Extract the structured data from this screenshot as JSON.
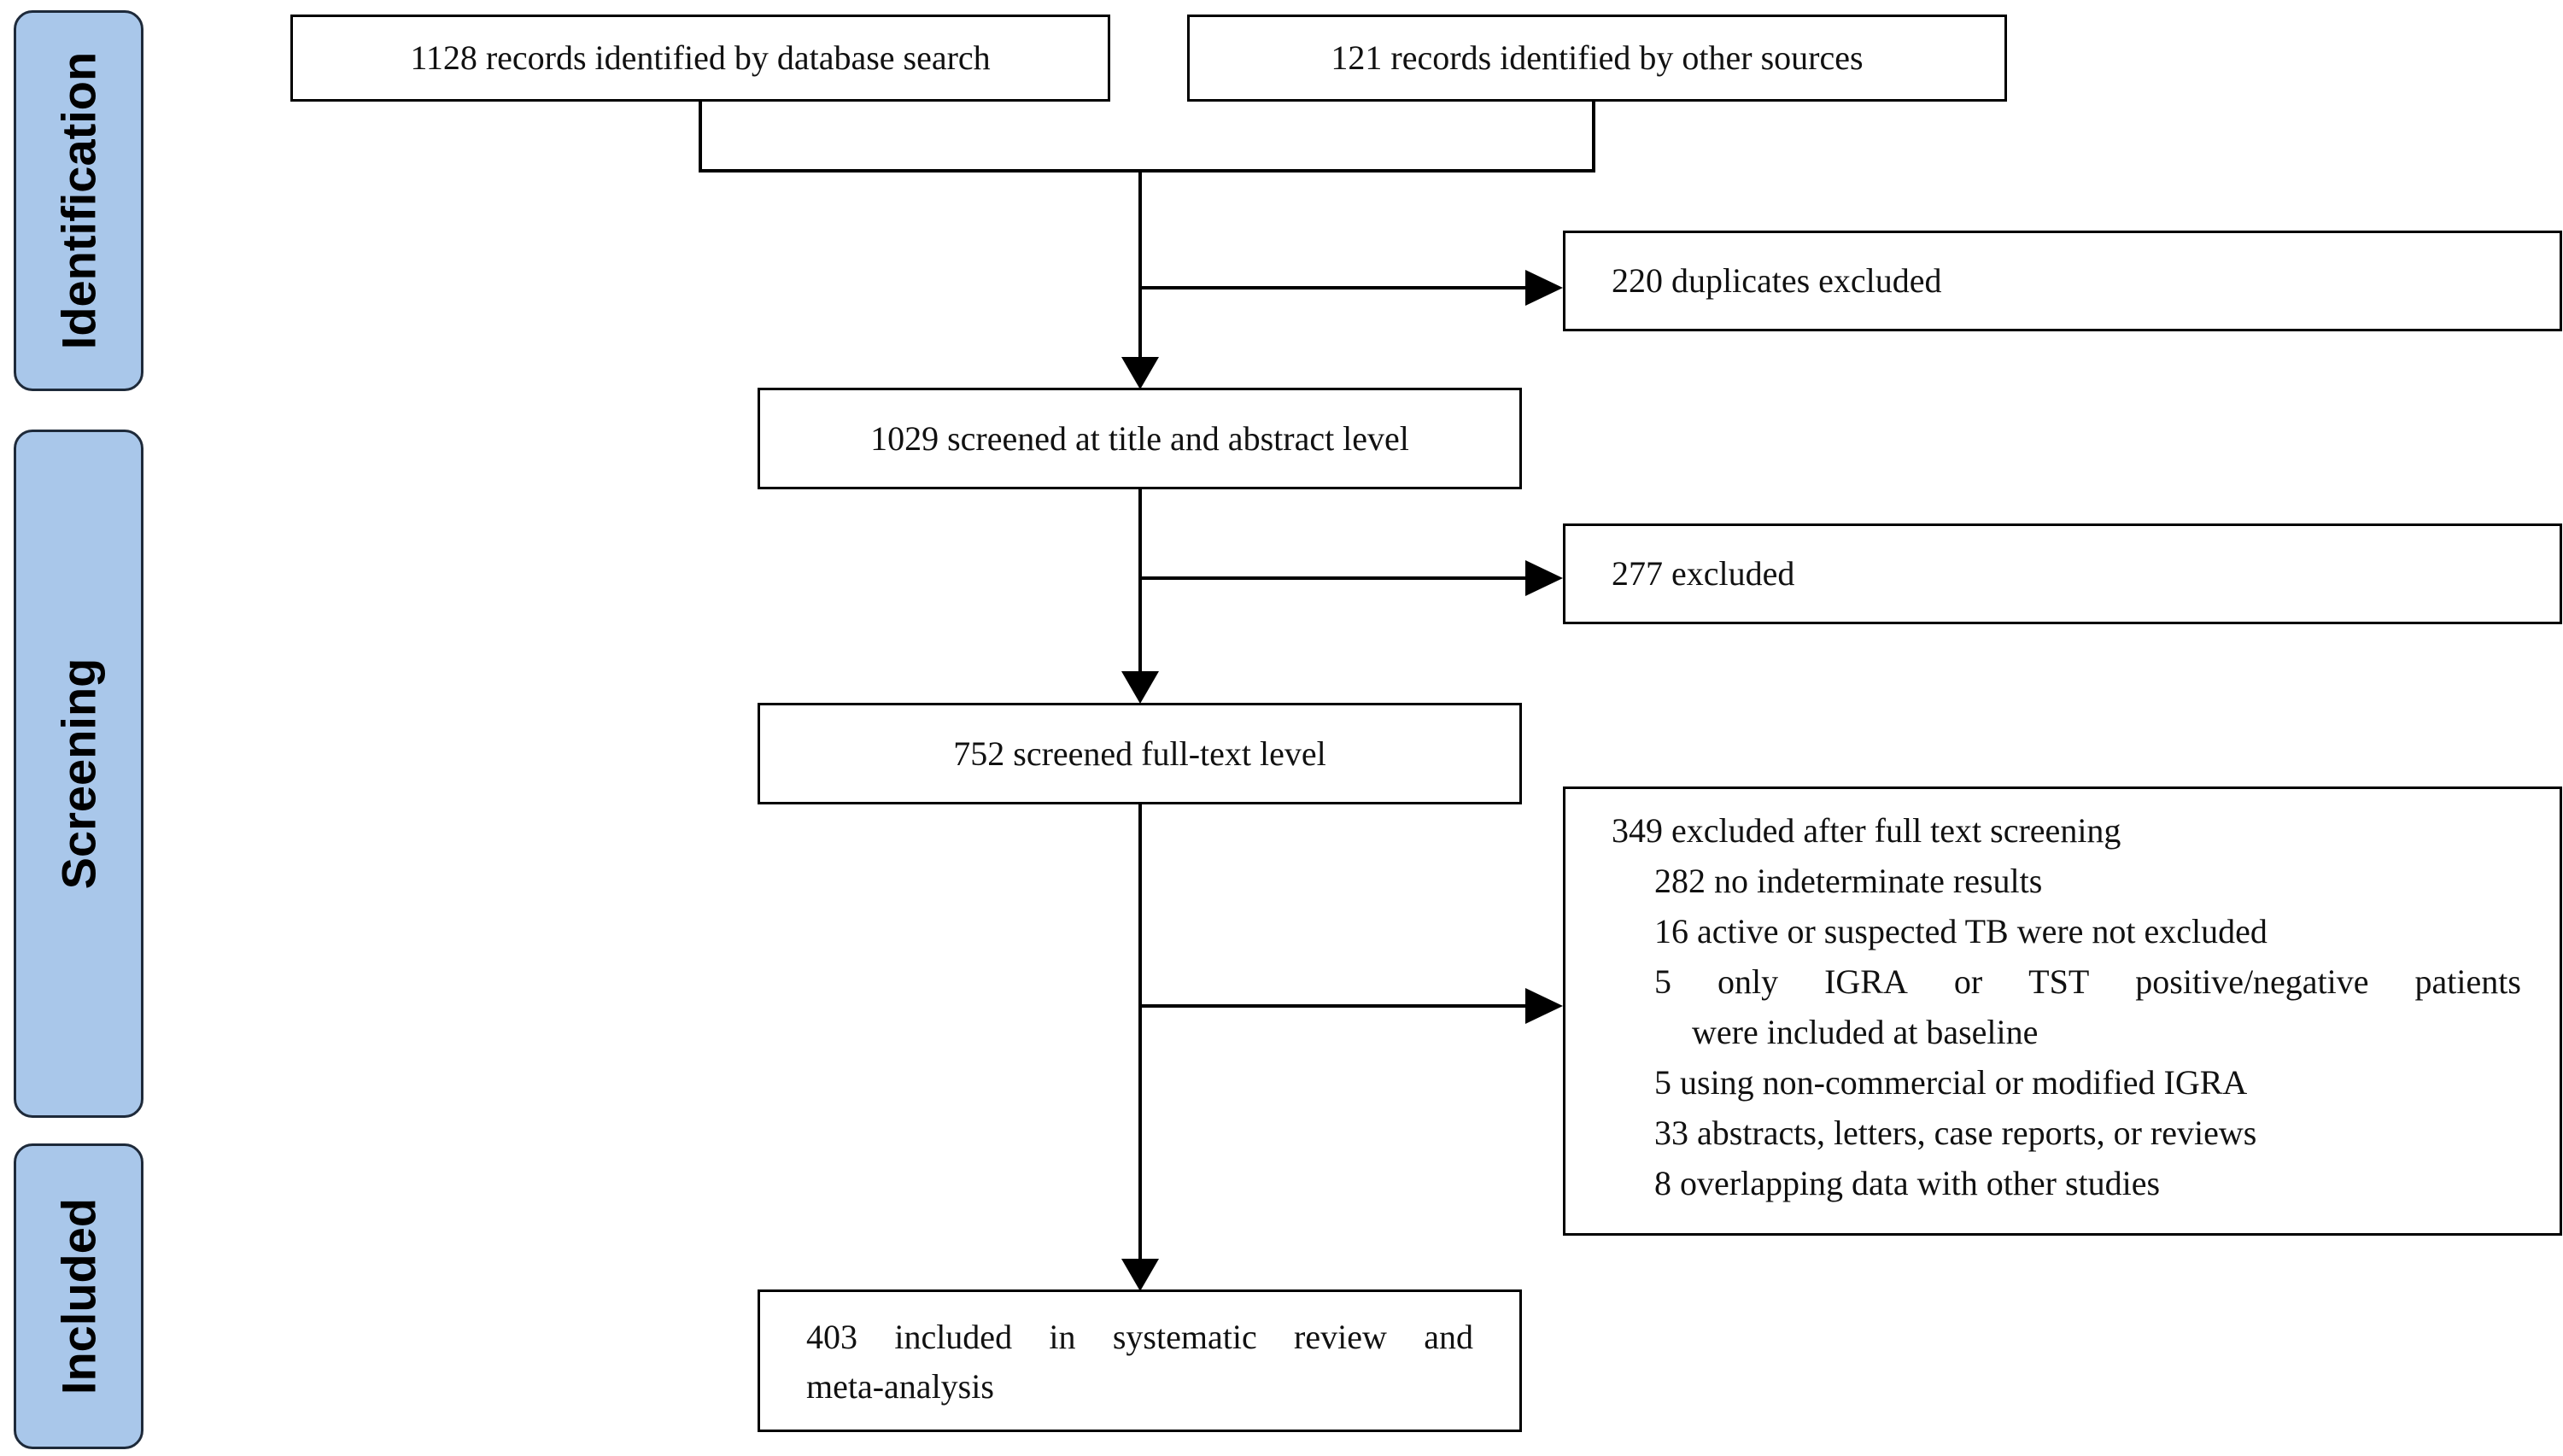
{
  "phases": {
    "identification": "Identification",
    "screening": "Screening",
    "included": "Included"
  },
  "boxes": {
    "database": "1128 records identified by database search",
    "other_sources": "121 records identified by other sources",
    "duplicates": "220 duplicates excluded",
    "title_abstract": "1029 screened at title and abstract level",
    "excluded_277": "277 excluded",
    "full_text": "752 screened full-text level",
    "final_line1_words": [
      "403",
      "included",
      "in",
      "systematic",
      "review",
      "and"
    ],
    "final_line2": "meta-analysis"
  },
  "exclusions": {
    "header": "349 excluded after full text screening",
    "items": [
      "282 no indeterminate results",
      "16 active or suspected TB were not excluded"
    ],
    "igra_line_words": [
      "5",
      "only",
      "IGRA",
      "or",
      "TST",
      "positive/negative",
      "patients"
    ],
    "igra_line_cont": "were included at baseline",
    "items_after": [
      "5 using non-commercial or modified IGRA",
      "33 abstracts, letters, case reports, or reviews",
      "8 overlapping data with other studies"
    ]
  },
  "colors": {
    "phase_fill": "#a9c7ea",
    "phase_border": "#1e2a3a",
    "line": "#000000"
  }
}
